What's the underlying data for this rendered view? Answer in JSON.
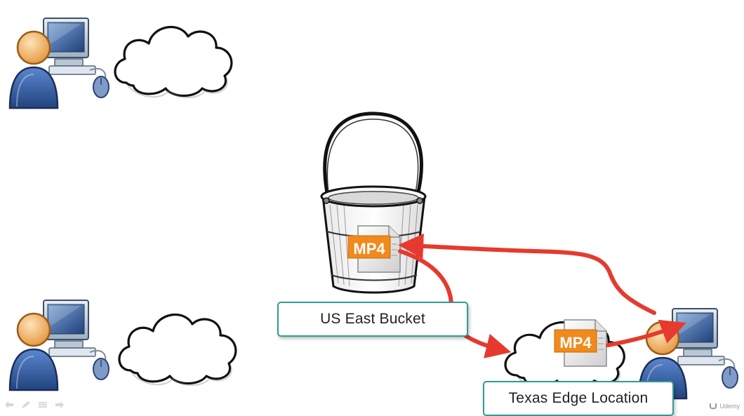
{
  "labels": {
    "bucket": "US East Bucket",
    "edge": "Texas Edge Location"
  },
  "files": {
    "bucket_file": "MP4",
    "edge_file": "MP4"
  },
  "brand": {
    "name": "Udemy"
  },
  "colors": {
    "arrow": "#e63a2e",
    "label_border": "#2e9c93",
    "mp4_orange": "#f08a1c",
    "user_blue": "#3b67b1",
    "user_face": "#f3b36b"
  },
  "icons": {
    "users": [
      "user-computer-icon",
      "user-computer-icon",
      "user-computer-icon"
    ],
    "clouds": [
      "cloud-icon",
      "cloud-icon",
      "cloud-icon"
    ],
    "bucket": "bucket-icon",
    "file": "mp4-file-icon"
  }
}
